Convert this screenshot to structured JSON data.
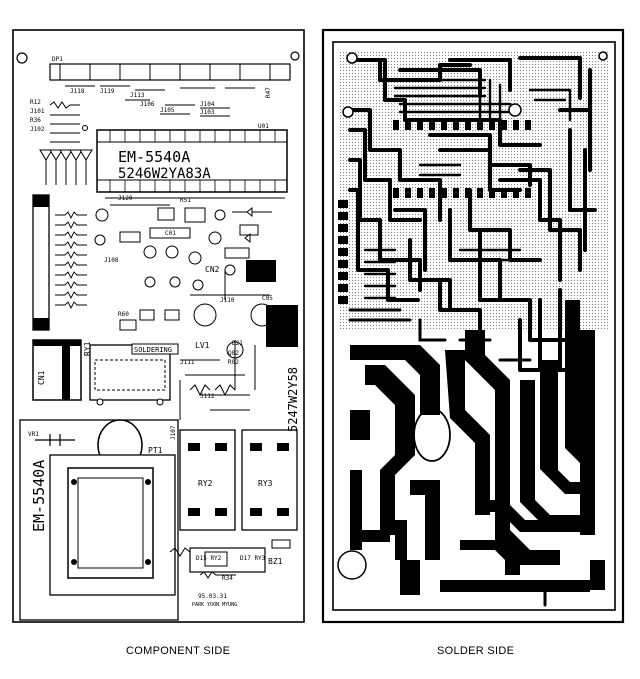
{
  "component_side": {
    "caption": "COMPONENT SIDE",
    "board_code": "EM-5540A",
    "chip_label_1": "EM-5540A",
    "chip_label_2": "5246W2YA83A",
    "part_number_vertical": "5247W2Y58",
    "date_stamp": "95.03.31",
    "designer": "PARK YOON MYUNG",
    "soldering_label": "SOLDERING",
    "refs": {
      "dp1": "DP1",
      "u01": "U01",
      "cn1": "CN1",
      "cn2": "CN2",
      "ry1": "RY1",
      "ry2": "RY2",
      "ry3": "RY3",
      "pt1": "PT1",
      "lv1": "LV1",
      "bz1": "BZ1",
      "vr1": "VR1",
      "j101": "J101",
      "j102": "J102",
      "j103": "J103",
      "j104": "J104",
      "j105": "J105",
      "j106": "J106",
      "j107": "J107",
      "j108": "J108",
      "j110": "J110",
      "j111": "J111",
      "j112": "J112",
      "j113": "J113",
      "j118": "J118",
      "j119": "J119",
      "j120": "J120",
      "d15": "D15 RY2",
      "d17": "D17 RY3",
      "r47": "R47",
      "r12": "R12",
      "r36": "R36",
      "r51": "R51",
      "r34": "R34",
      "c05": "C05",
      "c01": "C01",
      "d21": "D21",
      "q02": "Q02",
      "r02": "R02",
      "r60": "R60"
    }
  },
  "solder_side": {
    "caption": "SOLDER SIDE"
  }
}
